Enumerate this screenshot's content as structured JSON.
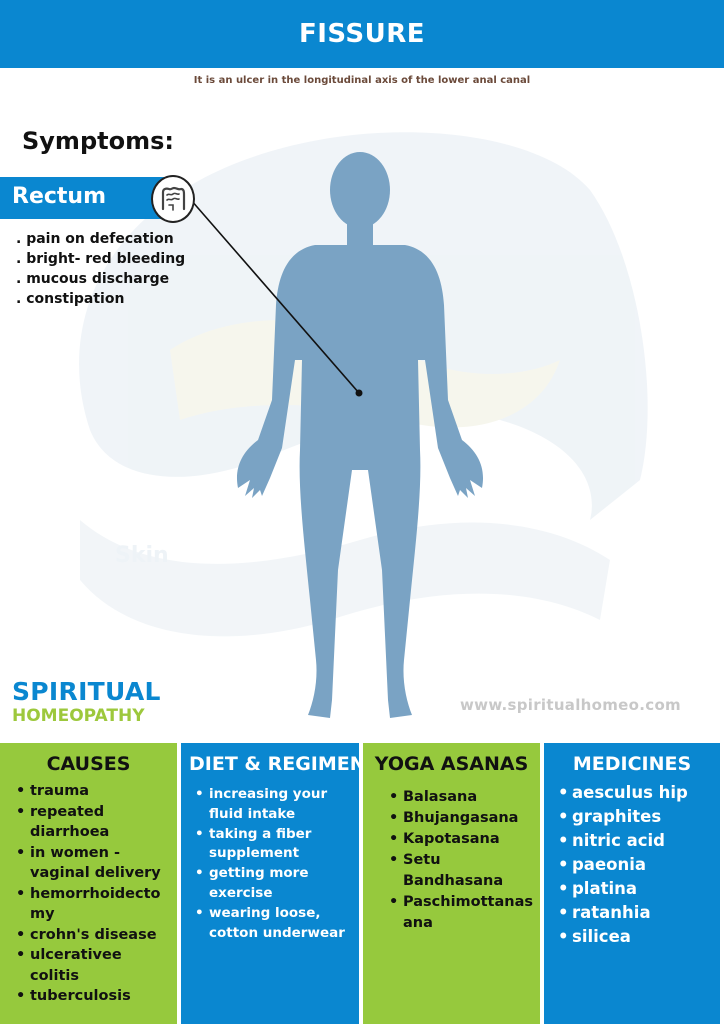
{
  "header": {
    "title": "FISSURE"
  },
  "subtitle": "It is an ulcer in the longitudinal axis of the lower anal canal",
  "symptoms": {
    "title": "Symptoms:",
    "region_label": "Rectum",
    "items": [
      ". pain on defecation",
      ". bright- red bleeding",
      ". mucous discharge",
      ". constipation"
    ]
  },
  "background_label": "Skin",
  "brand": {
    "line1": "SPIRITUAL",
    "line2": "HOMEOPATHY",
    "url": "www.spiritualhomeo.com"
  },
  "columns": [
    {
      "title": "CAUSES",
      "items": [
        "trauma",
        "repeated diarrhoea",
        "in women - vaginal delivery",
        "hemorrhoidecto my",
        "crohn's disease",
        "ulcerativee colitis",
        "tuberculosis"
      ]
    },
    {
      "title": "DIET & REGIMEN",
      "items": [
        "increasing your fluid intake",
        "taking a fiber supplement",
        "getting more exercise",
        "wearing loose, cotton underwear"
      ]
    },
    {
      "title": "YOGA ASANAS",
      "items": [
        "Balasana",
        "Bhujangasana",
        "Kapotasana",
        "Setu Bandhasana",
        "Paschimottanas ana"
      ]
    },
    {
      "title": "MEDICINES",
      "items": [
        "aesculus hip",
        "graphites",
        "nitric acid",
        "paeonia",
        "platina",
        "ratanhia",
        "silicea"
      ]
    }
  ],
  "colors": {
    "blue": "#0a87d0",
    "green": "#96c93d",
    "figure": "#7aa3c4"
  },
  "icons": {
    "organ": "intestine-icon",
    "figure": "human-body-icon"
  }
}
